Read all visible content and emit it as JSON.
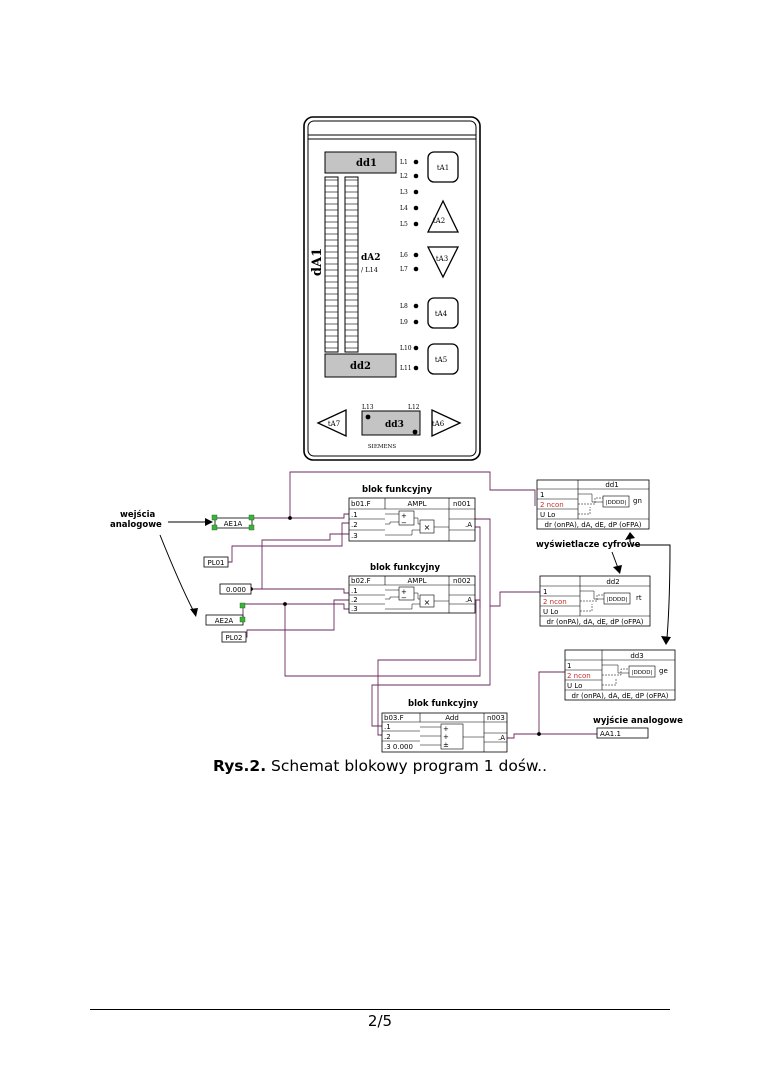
{
  "panel": {
    "dA1": "dA1",
    "dd1": "dd1",
    "dd2": "dd2",
    "dd3": "dd3",
    "dA2": "dA2",
    "l14": "/ L14",
    "leds": [
      "L1",
      "L2",
      "L3",
      "L4",
      "L5",
      "L6",
      "L7",
      "L8",
      "L9",
      "L10",
      "L11"
    ],
    "l12": "L12",
    "l13": "L13",
    "buttons": {
      "tA1": "tA1",
      "tA2": "tA2",
      "tA3": "tA3",
      "tA4": "tA4",
      "tA5": "tA5",
      "tA6": "tA6",
      "tA7": "tA7"
    },
    "brand": "SIEMENS"
  },
  "labels": {
    "wejscia_line1": "wejścia",
    "wejscia_line2": "analogowe",
    "wyswietlacze": "wyświetlacze cyfrowe",
    "wyjscie": "wyjście analogowe",
    "blok1": "blok funkcyjny",
    "blok2": "blok funkcyjny",
    "blok3": "blok funkcyjny"
  },
  "inputs": {
    "ae1a": "AE1A",
    "ae2a": "AE2A",
    "pl01": "PL01",
    "pl02": "PL02",
    "zero": "0.000",
    "aa11": "AA1.1"
  },
  "block1": {
    "name": "b01.F",
    "func": "AMPL",
    "id": "n001",
    "in1": ".1",
    "in2": ".2",
    "in3": ".3",
    "out": ".A",
    "plus": "+",
    "minus": "−",
    "mul": "×"
  },
  "block2": {
    "name": "b02.F",
    "func": "AMPL",
    "id": "n002",
    "in1": ".1",
    "in2": ".2",
    "in3": ".3",
    "out": ".A",
    "plus": "+",
    "minus": "−",
    "mul": "×"
  },
  "block3": {
    "name": "b03.F",
    "func": "Add",
    "id": "n003",
    "in1": ".1",
    "in2": ".2",
    "in3": ".3 0.000",
    "out": ".A",
    "p1": "+",
    "p2": "+",
    "p3": "±"
  },
  "disp1": {
    "title": "dd1",
    "r1": "1",
    "r2": "2 ncon",
    "r3": "U Lo",
    "r4": "dr (onPA), dA, dE, dP (oFPA)",
    "digits": "|DDDD|",
    "unit": "gn"
  },
  "disp2": {
    "title": "dd2",
    "r1": "1",
    "r2": "2 ncon",
    "r3": "U Lo",
    "r4": "dr (onPA), dA, dE, dP (oFPA)",
    "digits": "|DDDD|",
    "unit": "rt"
  },
  "disp3": {
    "title": "dd3",
    "r1": "1",
    "r2": "2 ncon",
    "r3": "U Lo",
    "r4": "dr (onPA), dA, dE, dP (oFPA)",
    "digits": "|DDDD|",
    "unit": "ge"
  },
  "caption": {
    "bold": "Rys.2.",
    "text": " Schemat blokowy program 1 dośw.."
  },
  "footer": {
    "page": "2/5"
  },
  "colors": {
    "wire": "#6a2a5e",
    "red": "#c0302a",
    "green": "#3ab53a",
    "grey": "#b8b8b8"
  }
}
